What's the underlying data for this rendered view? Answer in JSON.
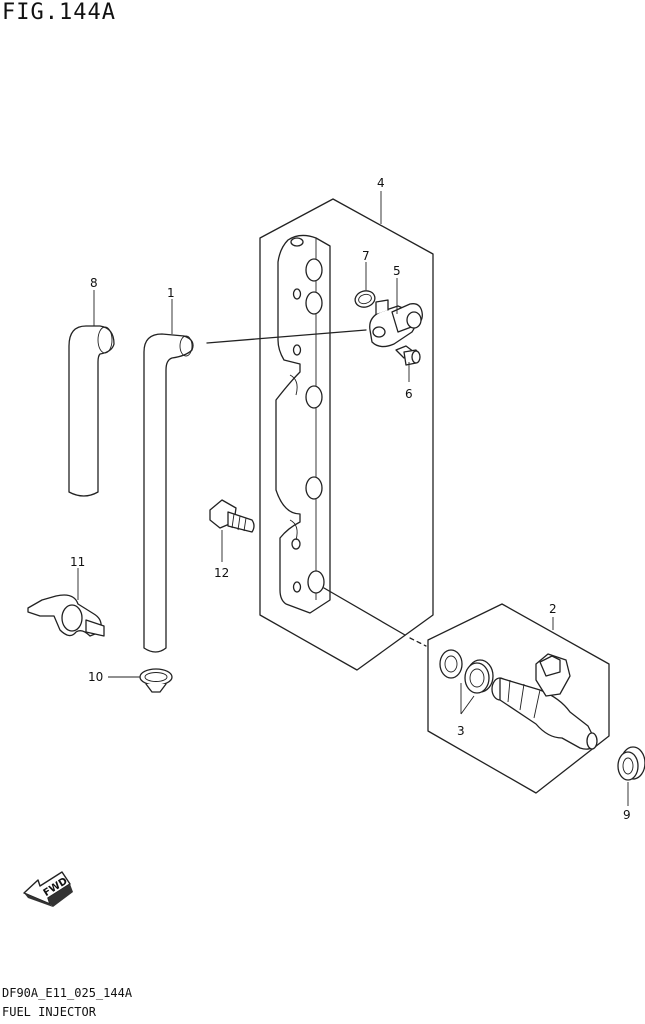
{
  "figure": {
    "title": "FIG.144A",
    "code": "DF90A_E11_025_144A",
    "name": "FUEL INJECTOR"
  },
  "callouts": [
    {
      "id": "1"
    },
    {
      "id": "2"
    },
    {
      "id": "3"
    },
    {
      "id": "4"
    },
    {
      "id": "5"
    },
    {
      "id": "6"
    },
    {
      "id": "7"
    },
    {
      "id": "8"
    },
    {
      "id": "9"
    },
    {
      "id": "10"
    },
    {
      "id": "11"
    },
    {
      "id": "12"
    }
  ],
  "direction_badge": {
    "label": "FWD",
    "icon": "fwd-arrow-icon"
  }
}
